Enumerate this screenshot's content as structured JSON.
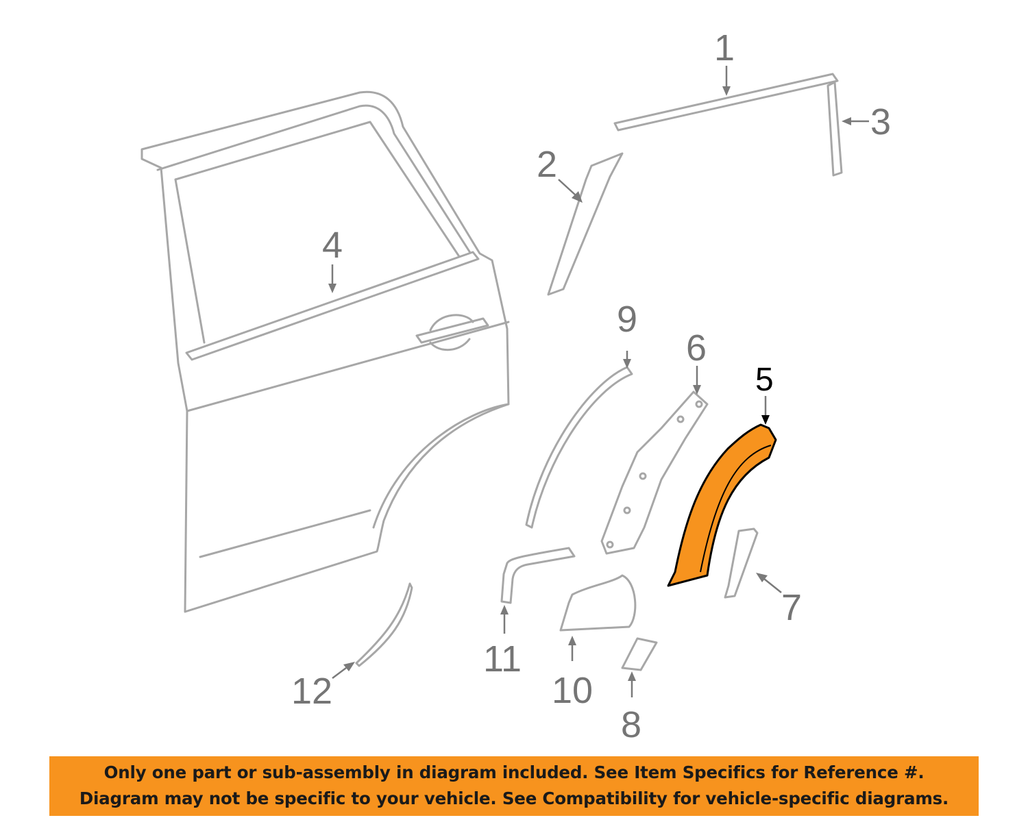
{
  "diagram": {
    "highlight_color": "#f7931e",
    "callouts": [
      {
        "id": "1",
        "label": "1"
      },
      {
        "id": "2",
        "label": "2"
      },
      {
        "id": "3",
        "label": "3"
      },
      {
        "id": "4",
        "label": "4"
      },
      {
        "id": "5",
        "label": "5",
        "highlighted": true
      },
      {
        "id": "6",
        "label": "6"
      },
      {
        "id": "7",
        "label": "7"
      },
      {
        "id": "8",
        "label": "8"
      },
      {
        "id": "9",
        "label": "9"
      },
      {
        "id": "10",
        "label": "10"
      },
      {
        "id": "11",
        "label": "11"
      },
      {
        "id": "12",
        "label": "12"
      }
    ]
  },
  "banner": {
    "color": "#f7931e",
    "line1": "Only one part or sub-assembly in diagram included. See Item Specifics for Reference #.",
    "line2": "Diagram may not be specific to your vehicle. See Compatibility for vehicle-specific diagrams."
  }
}
